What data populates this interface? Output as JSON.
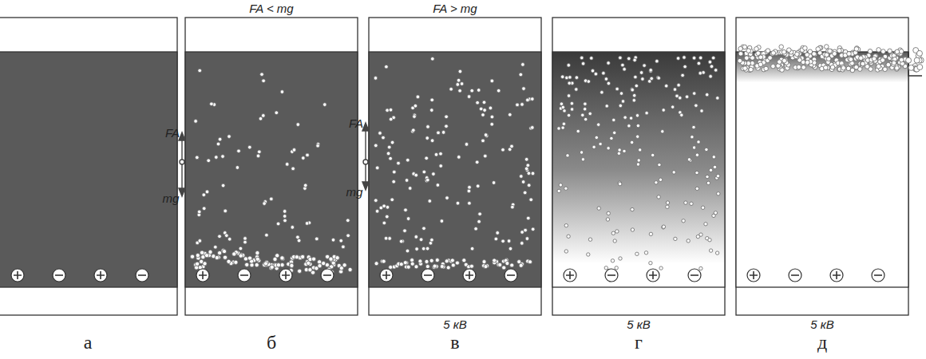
{
  "diagram": {
    "labels": [
      "FA < mg",
      "FA",
      "mg",
      "FA > mg",
      "FA",
      "mg",
      "5 кВ",
      "5 кВ",
      "5 кВ",
      "а",
      "б",
      "в",
      "г",
      "д"
    ]
  }
}
